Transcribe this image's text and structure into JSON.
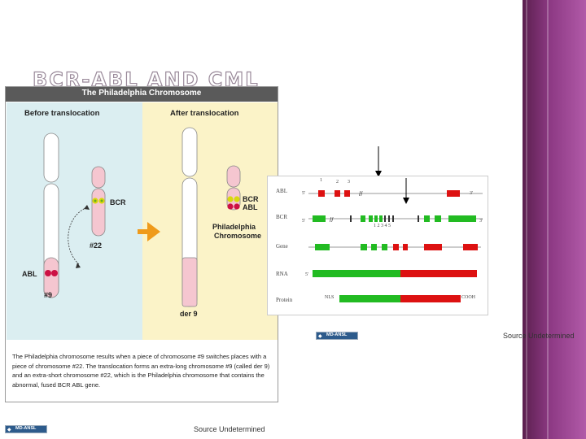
{
  "slide": {
    "title": "BCR-ABL AND CML",
    "source_right": "Source Undetermined",
    "source_bottom": "Source Undetermined"
  },
  "figure1": {
    "title": "The Philadelphia Chromosome",
    "before_label": "Before translocation",
    "after_label": "After translocation",
    "chr22_label": "#22",
    "chr9_label": "#9",
    "abl_label": "ABL",
    "bcr_label": "BCR",
    "bcr_after_label": "BCR",
    "abl_after_label": "ABL",
    "philadelphia_line1": "Philadelphia",
    "philadelphia_line2": "Chromosome",
    "der9_label": "der 9",
    "caption": "The Philadelphia chromosome results when a piece of chromosome #9 switches places with a piece of chromosome #22. The translocation forms an extra-long chromosome #9 (called der 9) and an extra-short chromosome #22, which is the Philadelphia chromosome that contains the abnormal, fused BCR ABL gene."
  },
  "figure2": {
    "rows": {
      "abl": "ABL",
      "bcr": "BCR",
      "gene": "Gene",
      "rna": "RNA",
      "protein": "Protein"
    },
    "exon_top": [
      "1",
      "2",
      "3"
    ],
    "exon_bcr": "1 2 3 4 5",
    "five_prime": "5'",
    "three_prime": "3'",
    "nls": "NLS",
    "cooh": "COOH"
  },
  "logo": {
    "text": "MD-ANSL"
  },
  "colors": {
    "band": "#8e3a85",
    "before_bg": "#dbeef1",
    "after_bg": "#fbf3c8",
    "green": "#22bb22",
    "red": "#dd1111",
    "arrow": "#ef9a1a",
    "pink": "#f5c6d0"
  }
}
